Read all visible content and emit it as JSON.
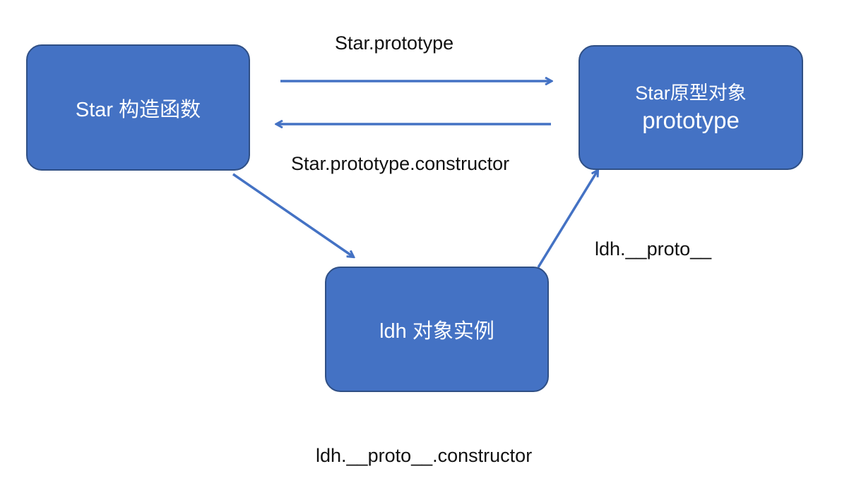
{
  "colors": {
    "node_fill": "#4472c4",
    "node_border": "#2f4f85",
    "arrow": "#4472c4",
    "label_text": "#111111"
  },
  "nodes": {
    "constructor": {
      "label": "Star 构造函数"
    },
    "prototype": {
      "line1": "Star原型对象",
      "line2": "prototype"
    },
    "instance": {
      "label": "ldh 对象实例"
    }
  },
  "edges": {
    "to_prototype": "Star.prototype",
    "to_constructor": "Star.prototype.constructor",
    "instance_proto": "ldh.__proto__",
    "instance_constructor": "ldh.__proto__.constructor"
  }
}
